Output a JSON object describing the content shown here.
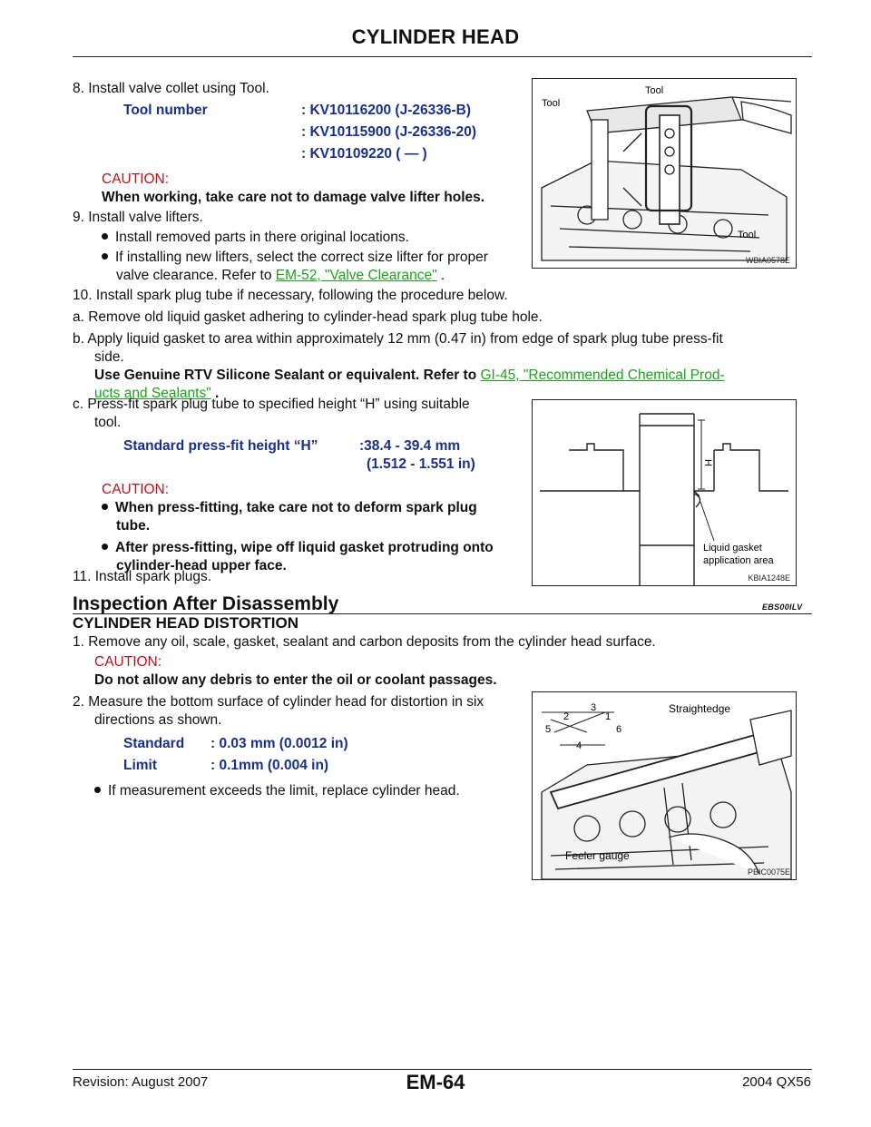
{
  "header": {
    "title": "CYLINDER HEAD"
  },
  "step8": {
    "text": "8.  Install valve collet using Tool.",
    "tool_label": "Tool number",
    "tools": [
      ": KV10116200 (J-26336-B)",
      ": KV10115900 (J-26336-20)",
      ": KV10109220 (    —    )"
    ],
    "caution_title": "CAUTION:",
    "caution_text": "When working, take care not to damage valve lifter holes."
  },
  "step9": {
    "text": "9.  Install valve lifters.",
    "bullet1": "Install removed parts in there original locations.",
    "bullet2_line1": "If installing new lifters, select the correct size lifter for proper",
    "bullet2_line2": "valve clearance. Refer to ",
    "bullet2_link": "EM-52, \"Valve Clearance\"",
    "bullet2_end": " ."
  },
  "figure1": {
    "labels": [
      "Tool",
      "Tool",
      "Tool"
    ],
    "code": "WBIA0578E"
  },
  "step10": {
    "text": "10.  Install spark plug tube if necessary, following the procedure below.",
    "a": "a.   Remove old liquid gasket adhering to cylinder-head spark plug tube hole.",
    "b_line1": "b.   Apply liquid gasket to area within approximately 12 mm (0.47 in) from edge of spark plug tube press-fit",
    "b_line2": "side.",
    "b_line3": "Use Genuine RTV Silicone Sealant or equivalent. Refer to ",
    "b_link1": "GI-45, \"Recommended Chemical Prod-",
    "b_link2": "ucts and Sealants\"",
    "b_end": " .",
    "c_line1": "c.   Press-fit spark plug tube to specified height “H” using suitable",
    "c_line2": "tool.",
    "std_label": "Standard press-fit height “H”",
    "std_value1": ":38.4 - 39.4 mm",
    "std_value2": "(1.512 - 1.551 in)",
    "caution_title": "CAUTION:",
    "caution1_line1": "When press-fitting, take care not to deform spark plug",
    "caution1_line2": "tube.",
    "caution2_line1": "After press-fitting, wipe off liquid gasket protruding onto",
    "caution2_line2": "cylinder-head upper face."
  },
  "figure2": {
    "label_h": "H",
    "label_line1": "Liquid gasket",
    "label_line2": "application area",
    "code": "KBIA1248E"
  },
  "step11": {
    "text": "11.  Install spark plugs."
  },
  "section": {
    "title": "Inspection After Disassembly",
    "code": "EBS00ILV"
  },
  "subsection": {
    "title": "CYLINDER HEAD DISTORTION",
    "step1": "1.  Remove any oil, scale, gasket, sealant and carbon deposits from the cylinder head surface.",
    "caution_title": "CAUTION:",
    "caution_text": "Do not allow any debris to enter the oil or coolant passages.",
    "step2_line1": "2.  Measure the bottom surface of cylinder head for distortion in six",
    "step2_line2": "directions as shown.",
    "standard_label": "Standard",
    "standard_value": ": 0.03 mm (0.0012 in)",
    "limit_label": "Limit",
    "limit_value": ": 0.1mm (0.004 in)",
    "bullet": "If measurement exceeds the limit, replace cylinder head."
  },
  "figure3": {
    "nums": [
      "3",
      "2",
      "1",
      "5",
      "6",
      "4"
    ],
    "label_straightedge": "Straightedge",
    "label_feeler": "Feeler gauge",
    "code": "PBIC0075E"
  },
  "footer": {
    "revision": "Revision: August 2007",
    "page": "EM-64",
    "model": "2004 QX56"
  }
}
